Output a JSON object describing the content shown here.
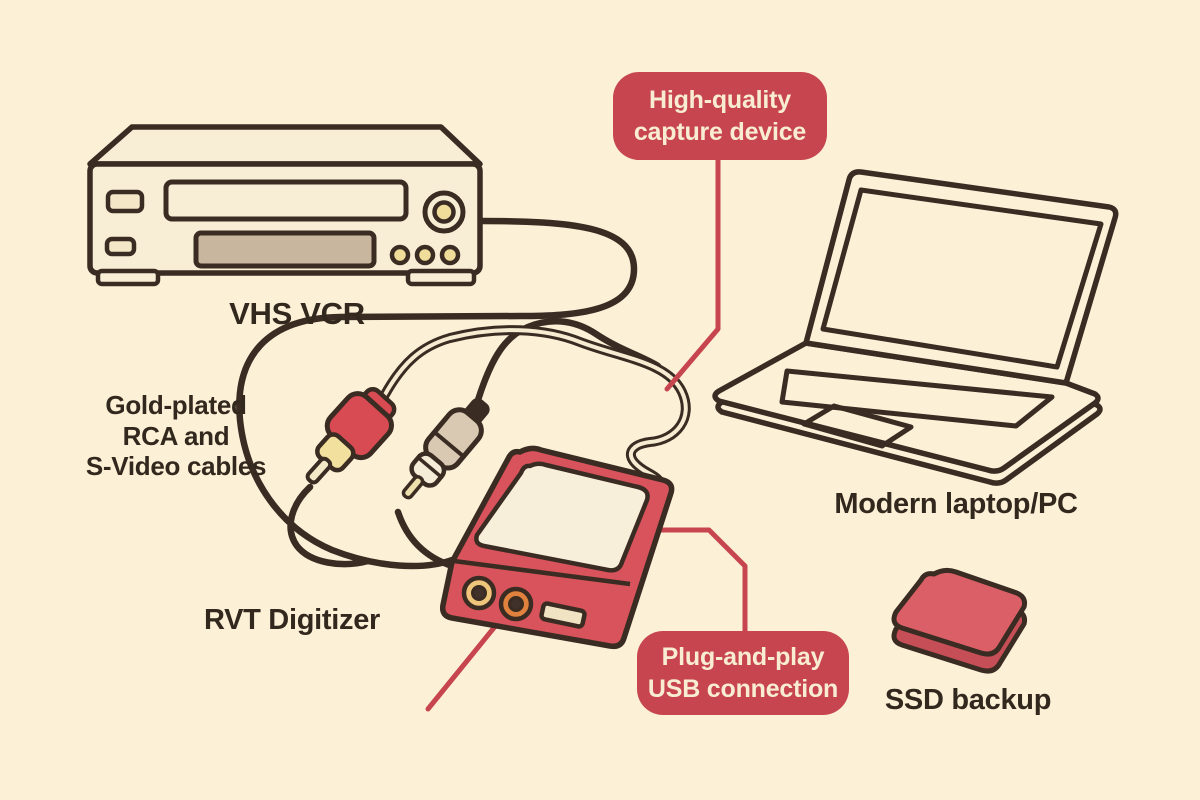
{
  "colors": {
    "background": "#fcf1d7",
    "outline": "#3a2c22",
    "accent_red": "#c7454e",
    "device_red": "#d8535c",
    "cream": "#f6ecd2",
    "text_dark": "#33281e",
    "gold": "#f0d490",
    "tan_slot": "#c9b69e",
    "orange_port": "#e0813e"
  },
  "labels": {
    "vcr": "VHS VCR",
    "cables_lines": [
      "Gold-plated",
      "RCA and",
      "S-Video cables"
    ],
    "digitizer": "RVT Digitizer",
    "laptop": "Modern laptop/PC",
    "ssd": "SSD backup"
  },
  "callouts": {
    "capture_device": {
      "lines": [
        "High-quality",
        "capture device"
      ]
    },
    "usb_connection": {
      "lines": [
        "Plug-and-play",
        "USB connection"
      ]
    }
  },
  "illustrations": [
    {
      "name": "vhs-vcr-illustration",
      "color": "#f8eed6"
    },
    {
      "name": "rca-plug-icon",
      "color": "#d94b52"
    },
    {
      "name": "s-video-plug-icon",
      "color": "#d9c9b2"
    },
    {
      "name": "rvt-digitizer-illustration",
      "color": "#d8535c"
    },
    {
      "name": "laptop-illustration",
      "color": "#3a2c22"
    },
    {
      "name": "ssd-illustration",
      "color": "#da5f66"
    },
    {
      "name": "cable-loops",
      "color": "#3a2c22"
    },
    {
      "name": "callout-lines",
      "color": "#c7454e"
    }
  ]
}
